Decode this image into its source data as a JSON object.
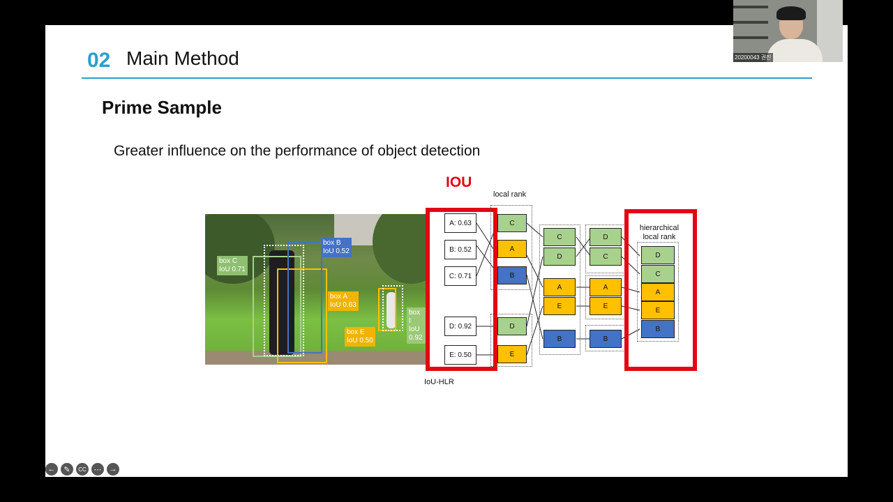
{
  "slide": {
    "section_number": "02",
    "section_title": "Main Method",
    "subtitle": "Prime Sample",
    "body": "Greater influence on the performance of object detection"
  },
  "photo_labels": {
    "box_c": {
      "name": "box C",
      "iou": "IoU 0.71"
    },
    "box_b": {
      "name": "box B",
      "iou": "IoU 0.52"
    },
    "box_a": {
      "name": "box A",
      "iou": "IoU 0.63"
    },
    "box_e": {
      "name": "box E",
      "iou": "IoU 0.50"
    },
    "box_d": {
      "name": "box I",
      "iou": "IoU",
      "iou2": "0.92"
    }
  },
  "diagram": {
    "iou_title": "IOU",
    "local_rank_label": "local rank",
    "iou_hlr_label": "IoU-HLR",
    "hierarchical_label": "hierarchical local rank",
    "iou_values": [
      "A: 0.63",
      "B: 0.52",
      "C: 0.71",
      "D: 0.92",
      "E: 0.50"
    ],
    "local_rank_top": [
      "C",
      "A",
      "B"
    ],
    "local_rank_bottom": [
      "D",
      "E"
    ],
    "col3": [
      "C",
      "D",
      "A",
      "E",
      "B"
    ],
    "col4": [
      "D",
      "C",
      "A",
      "E",
      "B"
    ],
    "final": [
      "D",
      "C",
      "A",
      "E",
      "B"
    ]
  },
  "webcam": {
    "name": "20200043 권진"
  },
  "colors": {
    "accent": "#2a9fd0",
    "red": "#e30613",
    "green": "#a9d18e",
    "yellow": "#ffc000",
    "blue": "#4472c4"
  },
  "controls": [
    "arrow-left-icon",
    "pen-icon",
    "cc-icon",
    "more-icon",
    "arrow-right-icon"
  ]
}
